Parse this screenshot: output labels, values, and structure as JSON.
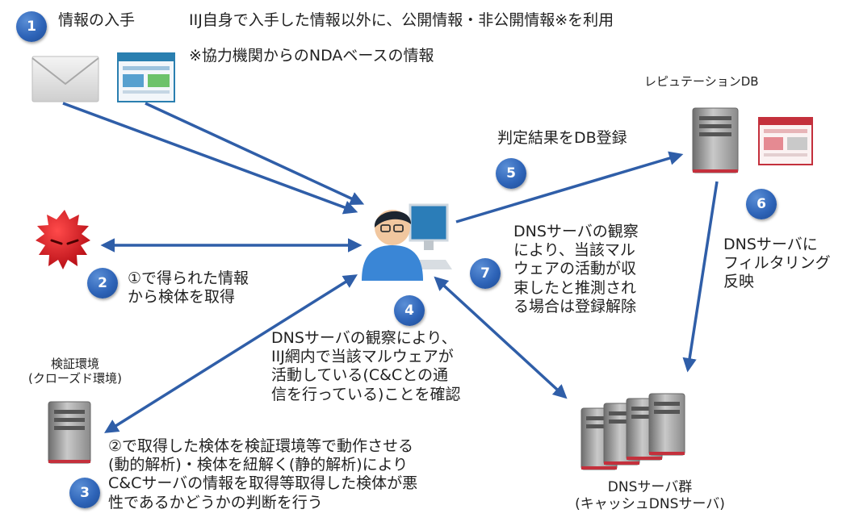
{
  "steps": [
    {
      "n": "1",
      "label": "情報の入手"
    },
    {
      "n": "2",
      "label": "①で得られた情報\nから検体を取得"
    },
    {
      "n": "3",
      "label": "②で取得した検体を検証環境等で動作させる\n(動的解析)・検体を紐解く(静的解析)により\nC&Cサーバの情報を取得等取得した検体が悪\n性であるかどうかの判断を行う"
    },
    {
      "n": "4",
      "label": "DNSサーバの観察により、\nIIJ網内で当該マルウェアが\n活動している(C&Cとの通\n信を行っている)ことを確認"
    },
    {
      "n": "5",
      "label": "判定結果をDB登録"
    },
    {
      "n": "6",
      "label": "DNSサーバに\nフィルタリング\n反映"
    },
    {
      "n": "7",
      "label": "DNSサーバの観察\nにより、当該マル\nウェアの活動が収\n束したと推測され\nる場合は登録解除"
    }
  ],
  "info_note": "IIJ自身で入手した情報以外に、公開情報・非公開情報※を利用",
  "info_footnote": "※協力機関からのNDAベースの情報",
  "reputation_db_label": "レピュテーションDB",
  "sandbox_label": "検証環境\n(クローズド環境)",
  "dns_group_label": "DNSサーバ群\n(キャッシュDNSサーバ)",
  "colors": {
    "arrow": "#2f5ea8",
    "badge": "#2e64b8",
    "malware": "#d8141c",
    "accent_red": "#c4303c"
  }
}
